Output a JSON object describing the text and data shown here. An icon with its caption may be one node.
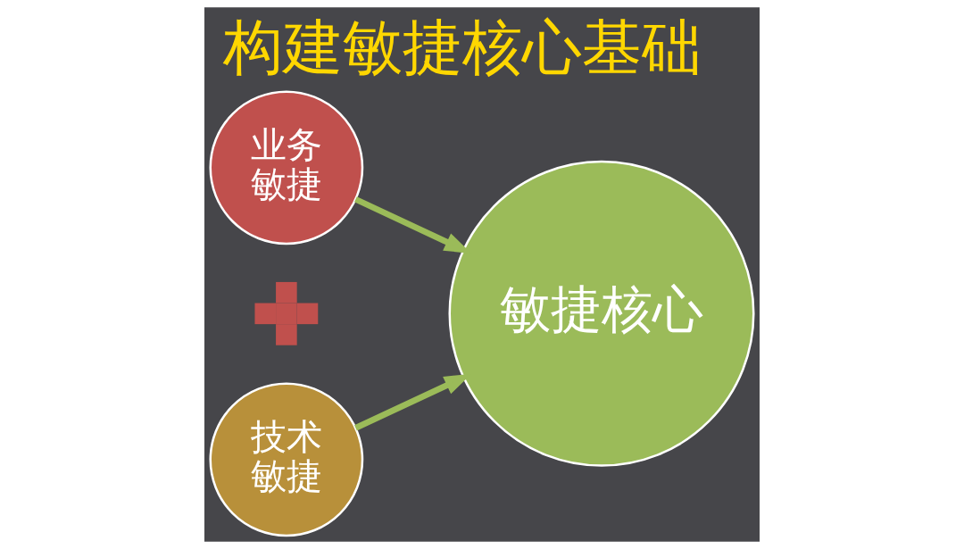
{
  "diagram": {
    "title": "构建敏捷核心基础",
    "nodes": [
      {
        "text": [
          "业务敏捷"
        ]
      },
      {
        "text": [],
        "shape": "plus"
      },
      {
        "text": [
          "技术敏捷"
        ]
      },
      {
        "text": [
          "敏捷核心"
        ]
      }
    ],
    "edges": [
      {
        "from": 0,
        "to": 3,
        "arrow": "to",
        "color": "#9bbb59"
      },
      {
        "from": 2,
        "to": 3,
        "arrow": "to",
        "color": "#9bbb59"
      }
    ]
  }
}
